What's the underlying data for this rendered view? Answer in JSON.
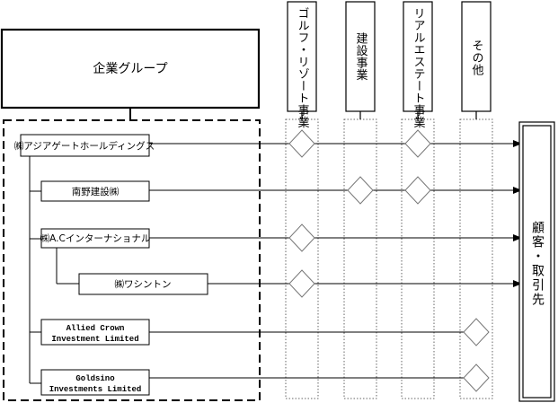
{
  "group": {
    "title": "企業グループ"
  },
  "segments": [
    {
      "label": "ゴルフ・リゾート事業"
    },
    {
      "label": "建設事業"
    },
    {
      "label": "リアルエステート事業"
    },
    {
      "label": "その他"
    }
  ],
  "companies": [
    {
      "name": "㈱アジアゲートホールディングス",
      "lines": [
        "㈱アジアゲートホールディングス"
      ],
      "segments": [
        0,
        2
      ]
    },
    {
      "name": "南野建設㈱",
      "lines": [
        "南野建設㈱"
      ],
      "segments": [
        1,
        2
      ]
    },
    {
      "name": "㈱A.Cインターナショナル",
      "lines": [
        "㈱A.Cインターナショナル"
      ],
      "segments": [
        0
      ]
    },
    {
      "name": "㈱ワシントン",
      "lines": [
        "㈱ワシントン"
      ],
      "segments": [
        0
      ]
    },
    {
      "name": "Allied Crown Investment Limited",
      "lines": [
        "Allied Crown",
        "Investment Limited"
      ],
      "segments": [
        3
      ]
    },
    {
      "name": "Goldsino Investments Limited",
      "lines": [
        "Goldsino",
        "Investments Limited"
      ],
      "segments": [
        3
      ]
    }
  ],
  "customer": {
    "label": "顧客・取引先"
  }
}
